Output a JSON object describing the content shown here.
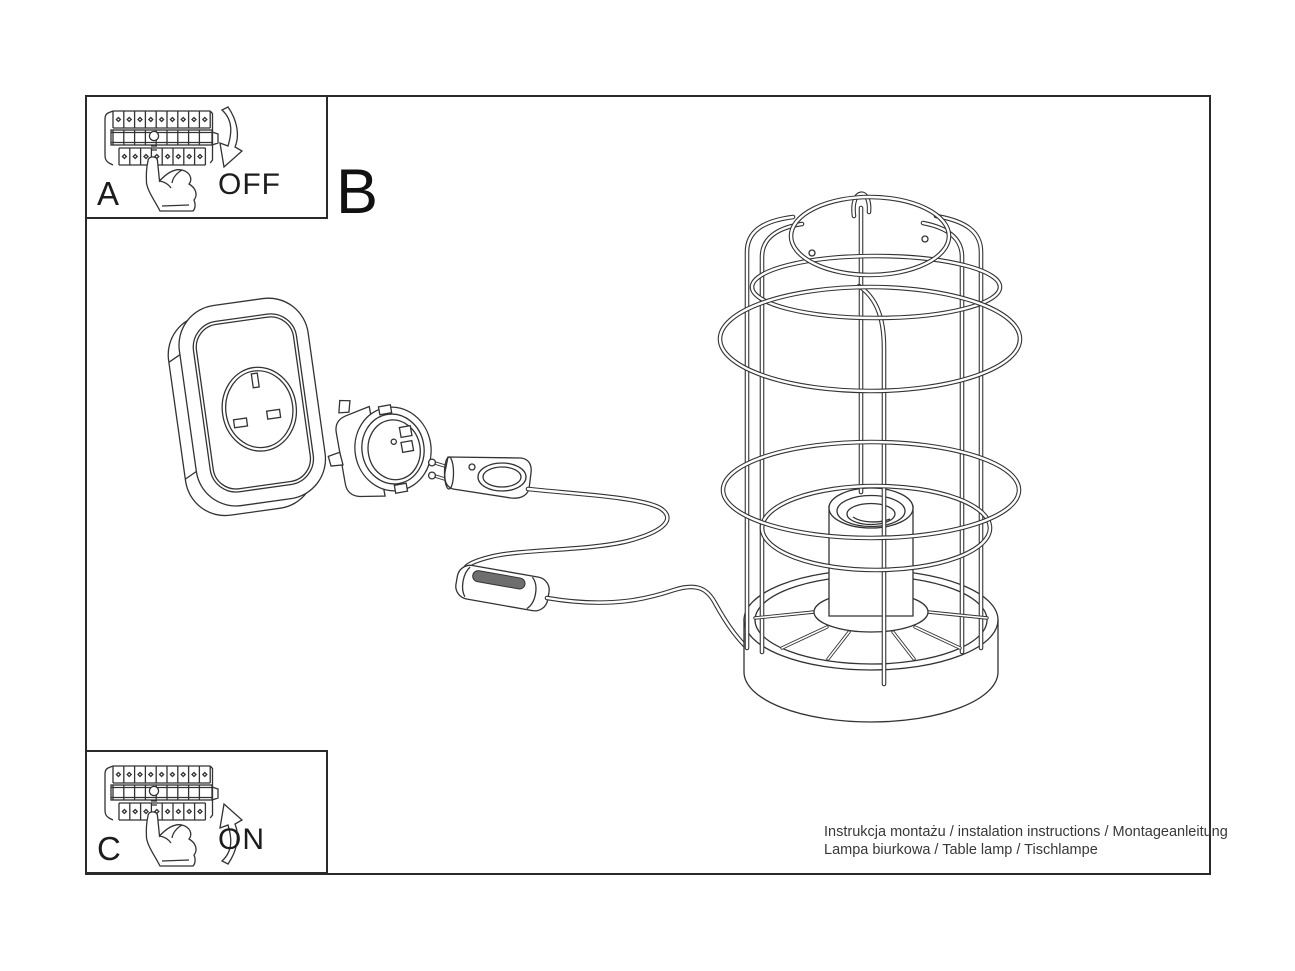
{
  "steps": {
    "a": {
      "label": "A",
      "action": "OFF"
    },
    "b": {
      "label": "B"
    },
    "c": {
      "label": "C",
      "action": "ON"
    }
  },
  "caption": {
    "line1": "Instrukcja montażu / instalation instructions / Montageanleitung",
    "line2": "Lampa biurkowa / Table lamp / Tischlampe"
  },
  "colors": {
    "line": "#333333",
    "text": "#1c1c1c",
    "caption_text": "#383838",
    "background": "#ffffff",
    "rocker_fill": "#6e6e6e"
  },
  "illustration_parts": [
    "circuit-breaker-panel",
    "pressing-hand",
    "curved-arrow",
    "uk-wall-socket",
    "travel-plug-adapter",
    "euro-plug",
    "power-cable",
    "inline-switch",
    "wire-cage-table-lamp"
  ]
}
